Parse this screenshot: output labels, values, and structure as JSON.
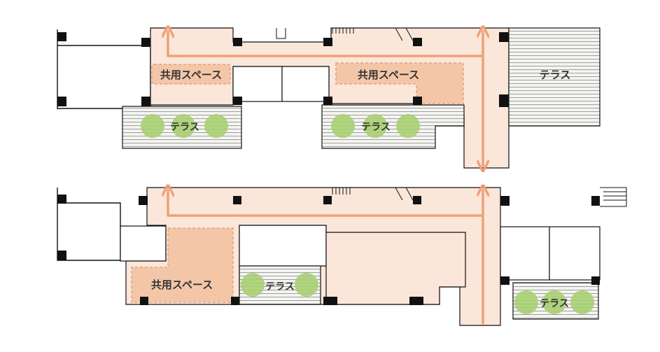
{
  "colors": {
    "corridor": "#fbe6da",
    "shared_space": "#f4c6a8",
    "arrow": "#f0a077",
    "greenery": "#a8cf72",
    "wall": "#111111"
  },
  "upper_plan": {
    "shared_space_left": "共用スペース",
    "shared_space_right": "共用スペース",
    "terrace_left": "テラス",
    "terrace_center": "テラス",
    "terrace_right": "テラス"
  },
  "lower_plan": {
    "shared_space_left": "共用スペース",
    "terrace_center": "テラス",
    "terrace_right": "テラス"
  }
}
